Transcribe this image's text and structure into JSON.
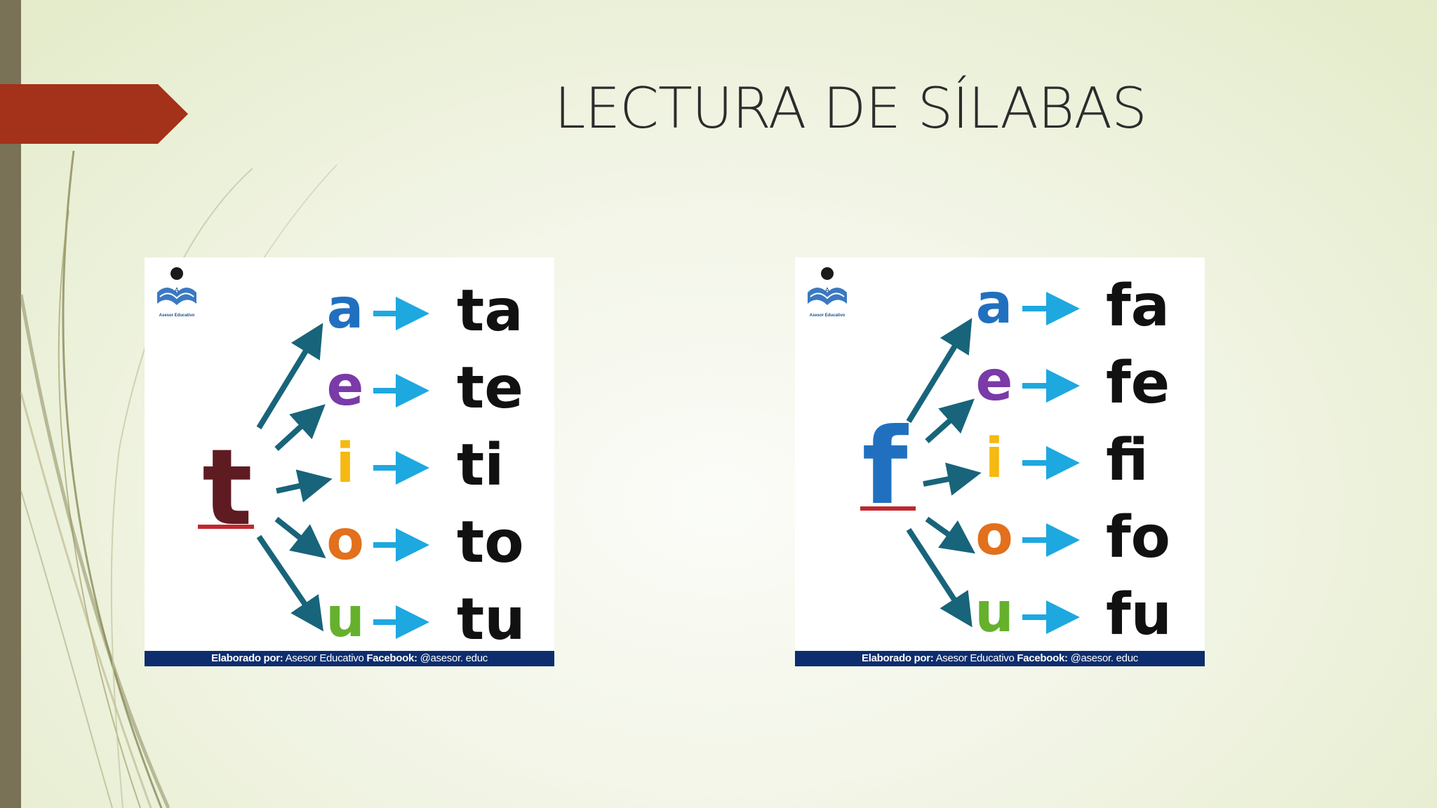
{
  "slide": {
    "title": "LECTURA DE SÍLABAS",
    "accent_color": "#a4311a",
    "bar_color": "#7a7256"
  },
  "panels": [
    {
      "consonant": "t",
      "consonant_color": "#5e1c22",
      "vowels": [
        {
          "letter": "a",
          "color": "#2170bf"
        },
        {
          "letter": "e",
          "color": "#7a3aa8"
        },
        {
          "letter": "i",
          "color": "#f5b912"
        },
        {
          "letter": "o",
          "color": "#e2701c"
        },
        {
          "letter": "u",
          "color": "#65b12d"
        }
      ],
      "syllables": [
        "ta",
        "te",
        "ti",
        "to",
        "tu"
      ],
      "logo_caption": "Asesor Educativo",
      "footer": {
        "by_label": "Elaborado por:",
        "by_value": "Asesor Educativo",
        "fb_label": "Facebook:",
        "fb_value": "@asesor. educ"
      }
    },
    {
      "consonant": "f",
      "consonant_color": "#2170bf",
      "vowels": [
        {
          "letter": "a",
          "color": "#2170bf"
        },
        {
          "letter": "e",
          "color": "#7a3aa8"
        },
        {
          "letter": "i",
          "color": "#f5b912"
        },
        {
          "letter": "o",
          "color": "#e2701c"
        },
        {
          "letter": "u",
          "color": "#65b12d"
        }
      ],
      "syllables": [
        "fa",
        "fe",
        "fi",
        "fo",
        "fu"
      ],
      "logo_caption": "Asesor Educativo",
      "footer": {
        "by_label": "Elaborado por:",
        "by_value": "Asesor Educativo",
        "fb_label": "Facebook:",
        "fb_value": "@asesor. educ"
      }
    }
  ]
}
